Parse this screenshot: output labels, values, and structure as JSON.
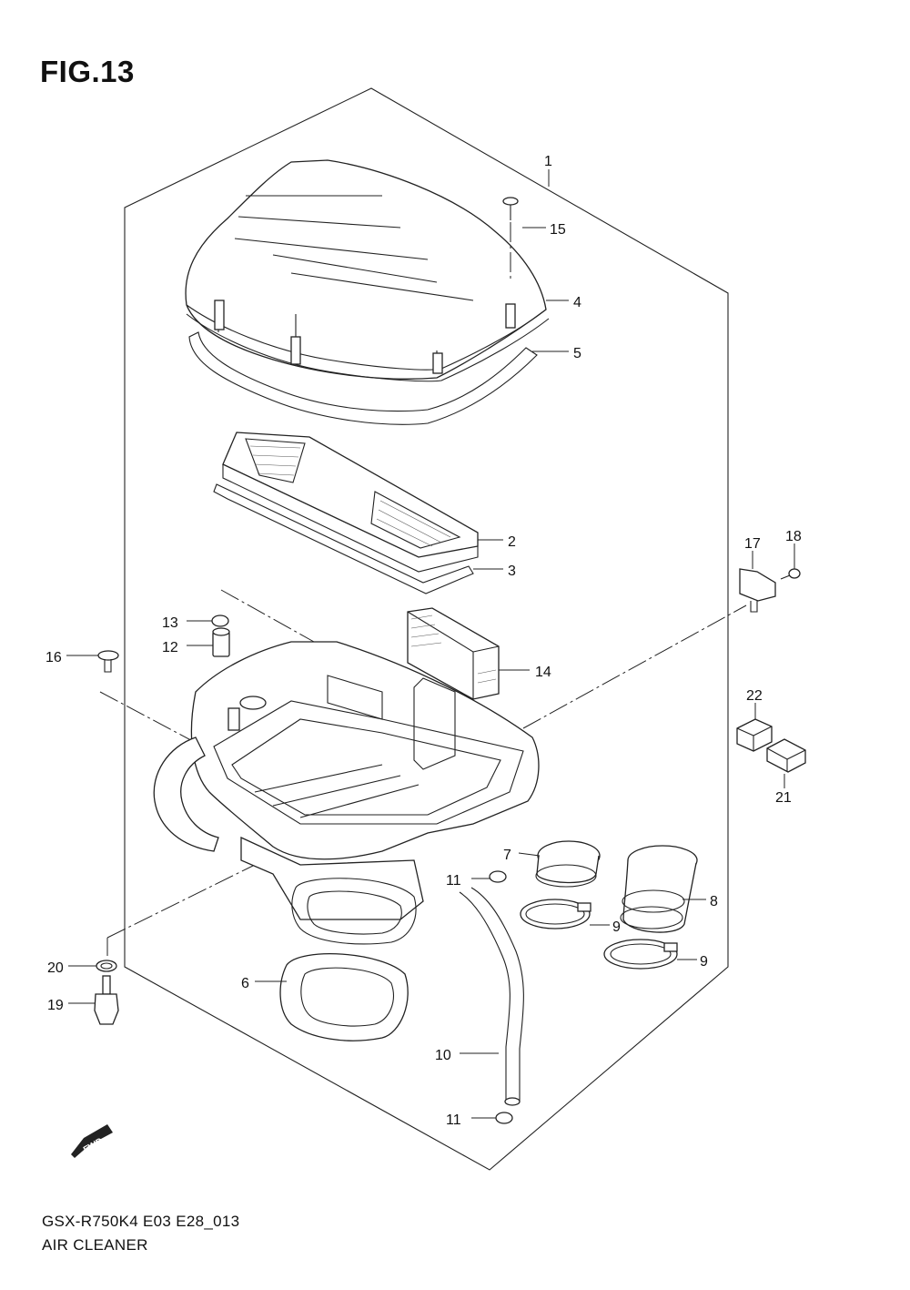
{
  "figure": {
    "title": "FIG.13"
  },
  "footer": {
    "model_code": "GSX-R750K4 E03 E28_013",
    "assembly_name": "AIR CLEANER"
  },
  "direction_badge": {
    "label": "FWD"
  },
  "callouts": {
    "c1": "1",
    "c2": "2",
    "c3": "3",
    "c4": "4",
    "c5": "5",
    "c6": "6",
    "c7": "7",
    "c8": "8",
    "c9a": "9",
    "c9b": "9",
    "c10": "10",
    "c11a": "11",
    "c11b": "11",
    "c12": "12",
    "c13": "13",
    "c14": "14",
    "c15": "15",
    "c16": "16",
    "c17": "17",
    "c18": "18",
    "c19": "19",
    "c20": "20",
    "c21": "21",
    "c22": "22"
  }
}
